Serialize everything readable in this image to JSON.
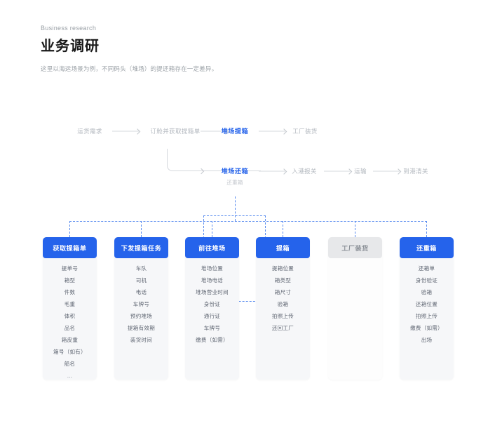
{
  "header": {
    "eyebrow": "Business research",
    "title": "业务调研",
    "subtitle": "这里以海运场景为例，不同码头（堆场）的提还箱存在一定差异。"
  },
  "theme": {
    "accent": "#2563EB",
    "dashed_line": "#5b8def",
    "muted_text": "#b3b8bf",
    "card_bg": "#F6F7F9",
    "disabled_header_bg": "#E7E8EA"
  },
  "flow": {
    "row1": [
      {
        "label": "运货需求",
        "accent": false
      },
      {
        "label": "订舱并获取提箱单",
        "accent": false
      },
      {
        "label": "堆场提箱",
        "accent": true
      },
      {
        "label": "工厂装货",
        "accent": false
      }
    ],
    "row2": [
      {
        "label": "堆场还箱",
        "accent": true,
        "sublabel": "还重箱"
      },
      {
        "label": "入港报关",
        "accent": false
      },
      {
        "label": "运输",
        "accent": false
      },
      {
        "label": "到港清关",
        "accent": false
      }
    ]
  },
  "cards": [
    {
      "title": "获取提箱单",
      "disabled": false,
      "items": [
        "提单号",
        "箱型",
        "件数",
        "毛重",
        "体积",
        "品名",
        "箱皮重",
        "箱号（如有）",
        "船名",
        "..."
      ]
    },
    {
      "title": "下发提箱任务",
      "disabled": false,
      "items": [
        "车队",
        "司机",
        "电话",
        "车牌号",
        "预约堆场",
        "提箱有效期",
        "装货时间"
      ]
    },
    {
      "title": "前往堆场",
      "disabled": false,
      "items": [
        "堆场位置",
        "堆场电话",
        "堆场营业时间",
        "身份证",
        "通行证",
        "车牌号",
        "缴费（如需）"
      ]
    },
    {
      "title": "提箱",
      "disabled": false,
      "items": [
        "提箱位置",
        "箱类型",
        "箱尺寸",
        "验箱",
        "拍照上传",
        "还回工厂"
      ]
    },
    {
      "title": "工厂装货",
      "disabled": true,
      "items": []
    },
    {
      "title": "还重箱",
      "disabled": false,
      "items": [
        "还箱单",
        "身份验证",
        "验箱",
        "还箱位置",
        "拍照上传",
        "缴费（如需）",
        "出场"
      ]
    }
  ]
}
